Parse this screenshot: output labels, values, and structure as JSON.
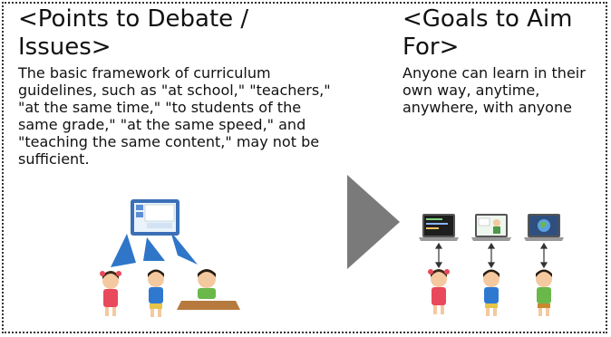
{
  "left": {
    "title": "<Points to Debate / Issues>",
    "body": "The basic framework of curriculum guidelines, such as \"at school,\" \"teachers,\" \"at the same time,\" \"to students of the same grade,\" \"at the same speed,\" and \"teaching the same content,\" may not be sufficient."
  },
  "right": {
    "title": "<Goals to Aim For>",
    "body": "Anyone can learn in their own way, anytime, anywhere, with anyone"
  },
  "colors": {
    "arrow": "#7a7a7a",
    "spotlight": "#2f76c9",
    "girl_dress": "#e8495b",
    "boy_shirt": "#2f78d0",
    "green_shirt": "#6bb84a"
  },
  "icons": [
    "teacher-monitor-icon",
    "laptop-code-icon",
    "laptop-teacher-icon",
    "laptop-globe-icon",
    "student-girl-icon",
    "student-boy-icon",
    "student-desk-icon"
  ]
}
